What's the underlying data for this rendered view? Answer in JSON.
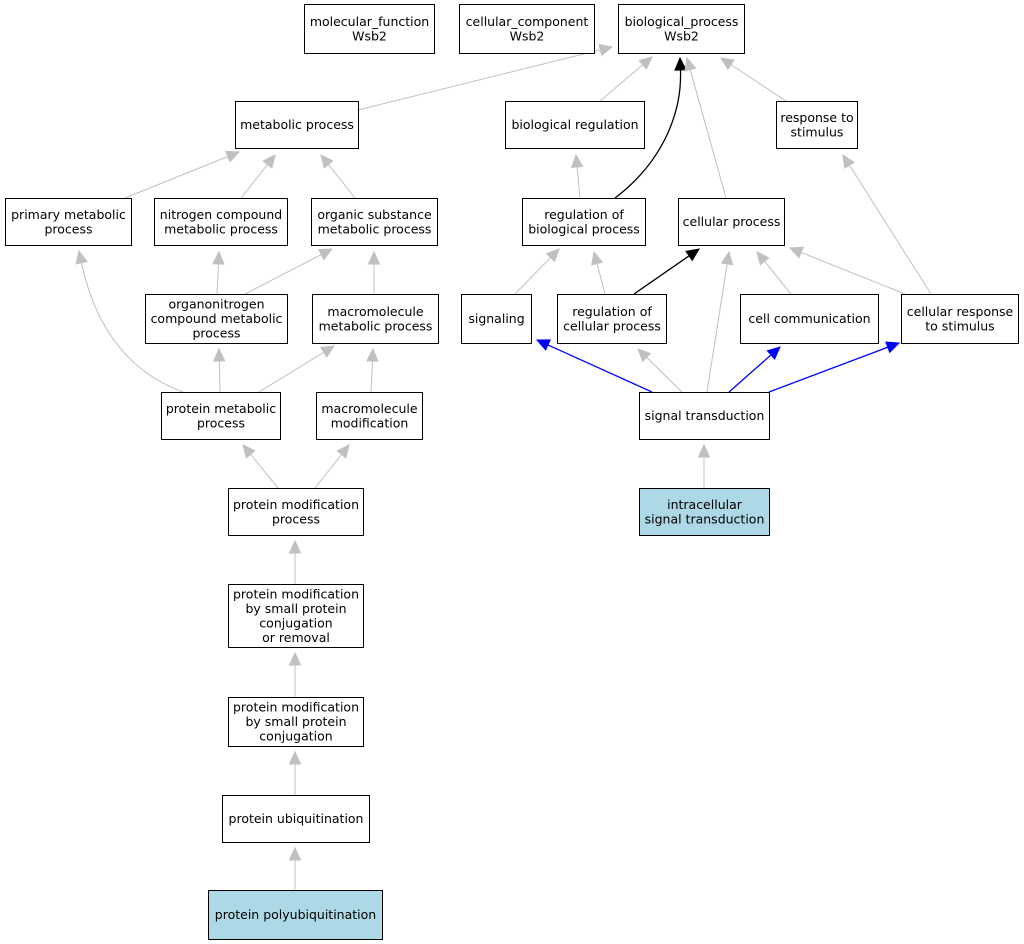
{
  "diagram": {
    "nodes": [
      {
        "id": "mf",
        "lines": [
          "molecular_function",
          "Wsb2"
        ],
        "highlight": false
      },
      {
        "id": "cc",
        "lines": [
          "cellular_component",
          "Wsb2"
        ],
        "highlight": false
      },
      {
        "id": "bp",
        "lines": [
          "biological_process",
          "Wsb2"
        ],
        "highlight": false
      },
      {
        "id": "meta",
        "lines": [
          "metabolic process"
        ],
        "highlight": false
      },
      {
        "id": "bioreg",
        "lines": [
          "biological regulation"
        ],
        "highlight": false
      },
      {
        "id": "resp",
        "lines": [
          "response to",
          "stimulus"
        ],
        "highlight": false
      },
      {
        "id": "prim",
        "lines": [
          "primary metabolic",
          "process"
        ],
        "highlight": false
      },
      {
        "id": "nitro",
        "lines": [
          "nitrogen compound",
          "metabolic process"
        ],
        "highlight": false
      },
      {
        "id": "org",
        "lines": [
          "organic substance",
          "metabolic process"
        ],
        "highlight": false
      },
      {
        "id": "regbio",
        "lines": [
          "regulation of",
          "biological process"
        ],
        "highlight": false
      },
      {
        "id": "cellp",
        "lines": [
          "cellular process"
        ],
        "highlight": false
      },
      {
        "id": "orgN",
        "lines": [
          "organonitrogen",
          "compound metabolic",
          "process"
        ],
        "highlight": false
      },
      {
        "id": "macmet",
        "lines": [
          "macromolecule",
          "metabolic process"
        ],
        "highlight": false
      },
      {
        "id": "sig",
        "lines": [
          "signaling"
        ],
        "highlight": false
      },
      {
        "id": "regcell",
        "lines": [
          "regulation of",
          "cellular process"
        ],
        "highlight": false
      },
      {
        "id": "cellcomm",
        "lines": [
          "cell communication"
        ],
        "highlight": false
      },
      {
        "id": "cellresp",
        "lines": [
          "cellular response",
          "to stimulus"
        ],
        "highlight": false
      },
      {
        "id": "protmet",
        "lines": [
          "protein metabolic",
          "process"
        ],
        "highlight": false
      },
      {
        "id": "macmod",
        "lines": [
          "macromolecule",
          "modification"
        ],
        "highlight": false
      },
      {
        "id": "sigtrans",
        "lines": [
          "signal transduction"
        ],
        "highlight": false
      },
      {
        "id": "protmod",
        "lines": [
          "protein modification",
          "process"
        ],
        "highlight": false
      },
      {
        "id": "intrasig",
        "lines": [
          "intracellular",
          "signal transduction"
        ],
        "highlight": true
      },
      {
        "id": "pmsmall",
        "lines": [
          "protein modification",
          "by small protein",
          "conjugation",
          "or removal"
        ],
        "highlight": false
      },
      {
        "id": "pmconj",
        "lines": [
          "protein modification",
          "by small protein",
          "conjugation"
        ],
        "highlight": false
      },
      {
        "id": "ubiq",
        "lines": [
          "protein ubiquitination"
        ],
        "highlight": false
      },
      {
        "id": "polyubiq",
        "lines": [
          "protein polyubiquitination"
        ],
        "highlight": true
      }
    ],
    "edges": [
      {
        "from": "meta",
        "to": "bp",
        "color": "gray"
      },
      {
        "from": "bioreg",
        "to": "bp",
        "color": "gray"
      },
      {
        "from": "regbio",
        "to": "bp",
        "color": "black"
      },
      {
        "from": "cellp",
        "to": "bp",
        "color": "gray"
      },
      {
        "from": "resp",
        "to": "bp",
        "color": "gray"
      },
      {
        "from": "prim",
        "to": "meta",
        "color": "gray"
      },
      {
        "from": "nitro",
        "to": "meta",
        "color": "gray"
      },
      {
        "from": "org",
        "to": "meta",
        "color": "gray"
      },
      {
        "from": "regbio",
        "to": "bioreg",
        "color": "gray"
      },
      {
        "from": "cellresp",
        "to": "resp",
        "color": "gray"
      },
      {
        "from": "orgN",
        "to": "nitro",
        "color": "gray"
      },
      {
        "from": "orgN",
        "to": "org",
        "color": "gray"
      },
      {
        "from": "macmet",
        "to": "org",
        "color": "gray"
      },
      {
        "from": "sig",
        "to": "regbio",
        "color": "gray"
      },
      {
        "from": "regcell",
        "to": "regbio",
        "color": "gray"
      },
      {
        "from": "regcell",
        "to": "cellp",
        "color": "black"
      },
      {
        "from": "cellcomm",
        "to": "cellp",
        "color": "gray"
      },
      {
        "from": "cellresp",
        "to": "cellp",
        "color": "gray"
      },
      {
        "from": "protmet",
        "to": "prim",
        "color": "gray"
      },
      {
        "from": "protmet",
        "to": "orgN",
        "color": "gray"
      },
      {
        "from": "protmet",
        "to": "macmet",
        "color": "gray"
      },
      {
        "from": "macmod",
        "to": "macmet",
        "color": "gray"
      },
      {
        "from": "sigtrans",
        "to": "sig",
        "color": "blue"
      },
      {
        "from": "sigtrans",
        "to": "regcell",
        "color": "gray"
      },
      {
        "from": "sigtrans",
        "to": "cellp",
        "color": "gray"
      },
      {
        "from": "sigtrans",
        "to": "cellcomm",
        "color": "blue"
      },
      {
        "from": "sigtrans",
        "to": "cellresp",
        "color": "blue"
      },
      {
        "from": "protmod",
        "to": "protmet",
        "color": "gray"
      },
      {
        "from": "protmod",
        "to": "macmod",
        "color": "gray"
      },
      {
        "from": "intrasig",
        "to": "sigtrans",
        "color": "gray"
      },
      {
        "from": "pmsmall",
        "to": "protmod",
        "color": "gray"
      },
      {
        "from": "pmconj",
        "to": "pmsmall",
        "color": "gray"
      },
      {
        "from": "ubiq",
        "to": "pmconj",
        "color": "gray"
      },
      {
        "from": "polyubiq",
        "to": "ubiq",
        "color": "gray"
      }
    ],
    "colors": {
      "node_fill": "#ffffff",
      "highlight_fill": "#add8e6",
      "border": "#000000",
      "gray": "#c0c0c0",
      "black": "#000000",
      "blue": "#0000ff"
    }
  }
}
